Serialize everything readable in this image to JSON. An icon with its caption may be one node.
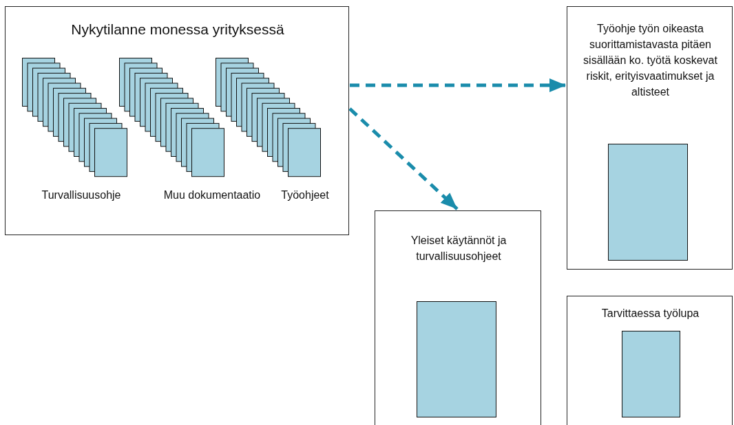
{
  "diagram": {
    "nodes": [
      {
        "text": [
          "Nykytilanne monessa yrityksessä",
          "Turvallisuusohje",
          "Muu dokumentaatio",
          "Työohjeet"
        ]
      },
      {
        "text": [
          "Työohje työn oikeasta suorittamistavasta pitäen sisällään ko. työtä koskevat riskit, erityisvaatimukset ja altisteet"
        ]
      },
      {
        "text": [
          "Yleiset käytännöt ja turvallisuusohjeet"
        ]
      },
      {
        "text": [
          "Tarvittaessa työlupa"
        ]
      }
    ],
    "edges": [
      {
        "from": 0,
        "to": 1,
        "arrow": "to",
        "style": "dashed"
      },
      {
        "from": 0,
        "to": 2,
        "arrow": "to",
        "style": "dashed"
      }
    ]
  }
}
